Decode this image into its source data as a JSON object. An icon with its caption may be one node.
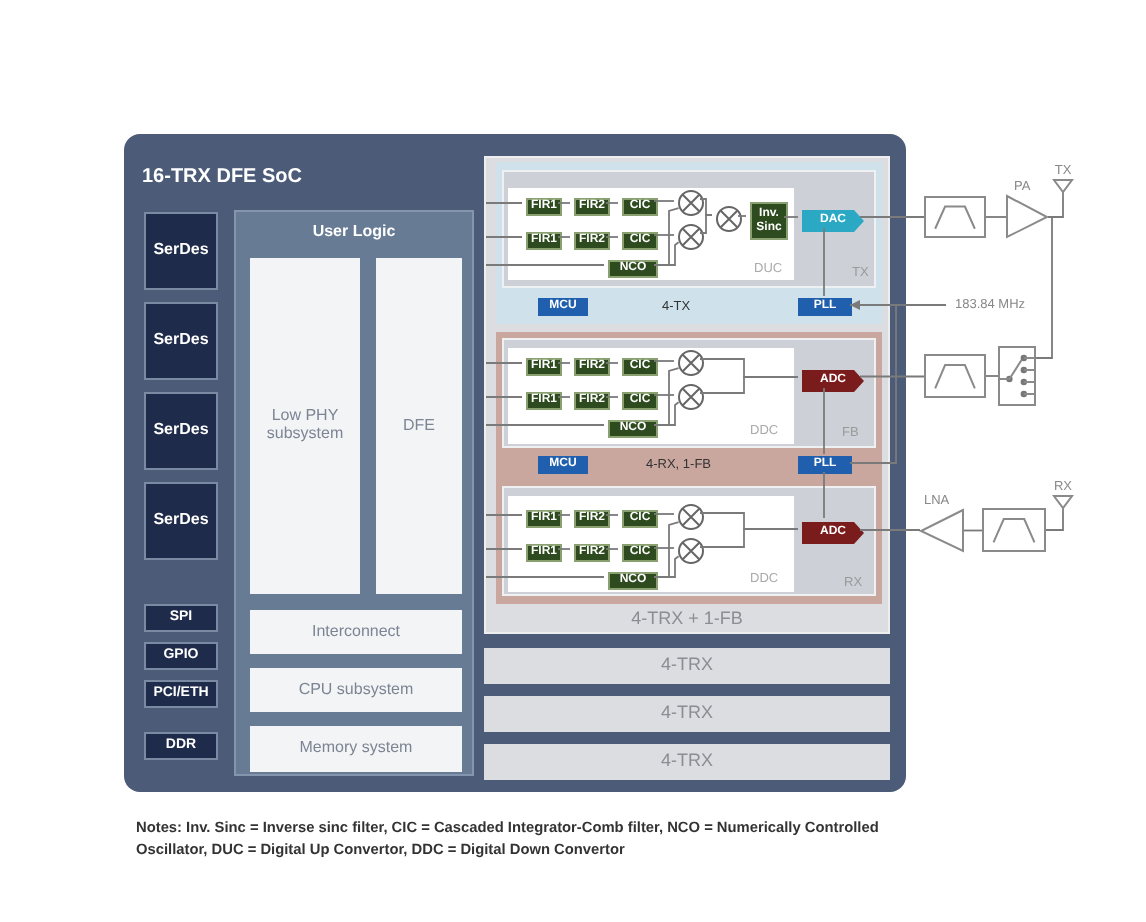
{
  "diagram": {
    "nodes": [
      {
        "text": [
          "16-TRX DFE SoC"
        ]
      },
      {
        "text": [
          "SerDes"
        ],
        "in": 0
      },
      {
        "text": [
          "SerDes"
        ],
        "in": 0
      },
      {
        "text": [
          "SerDes"
        ],
        "in": 0
      },
      {
        "text": [
          "SerDes"
        ],
        "in": 0
      },
      {
        "text": [
          "SPI"
        ],
        "in": 0
      },
      {
        "text": [
          "GPIO"
        ],
        "in": 0
      },
      {
        "text": [
          "PCI/ETH"
        ],
        "in": 0
      },
      {
        "text": [
          "DDR"
        ],
        "in": 0
      },
      {
        "text": [
          "User Logic"
        ],
        "in": 0
      },
      {
        "text": [
          "Low PHY subsystem"
        ],
        "in": 9
      },
      {
        "text": [
          "DFE"
        ],
        "in": 9
      },
      {
        "text": [
          "Interconnect"
        ],
        "in": 9
      },
      {
        "text": [
          "CPU subsystem"
        ],
        "in": 9
      },
      {
        "text": [
          "Memory system"
        ],
        "in": 9
      },
      {
        "text": [
          "4-TRX + 1-FB"
        ],
        "in": 0
      },
      {
        "text": [
          "4-TX"
        ],
        "in": 15
      },
      {
        "text": [
          "TX"
        ],
        "in": 16
      },
      {
        "text": [
          "DUC"
        ],
        "in": 17
      },
      {
        "text": [
          "FIR1"
        ],
        "in": 18
      },
      {
        "text": [
          "FIR2"
        ],
        "in": 18
      },
      {
        "text": [
          "CIC"
        ],
        "in": 18
      },
      {
        "text": [],
        "shape": "circle",
        "in": 18
      },
      {
        "text": [],
        "shape": "circle",
        "in": 18
      },
      {
        "text": [
          "Inv. Sinc"
        ],
        "in": 18
      },
      {
        "text": [
          "FIR1"
        ],
        "in": 18
      },
      {
        "text": [
          "FIR2"
        ],
        "in": 18
      },
      {
        "text": [
          "CIC"
        ],
        "in": 18
      },
      {
        "text": [],
        "shape": "circle",
        "in": 18
      },
      {
        "text": [
          "NCO"
        ],
        "in": 18
      },
      {
        "text": [
          "DAC"
        ],
        "in": 17
      },
      {
        "text": [
          "MCU"
        ],
        "in": 16
      },
      {
        "text": [
          "PLL"
        ],
        "in": 16
      },
      {
        "text": [
          "4-RX, 1-FB"
        ],
        "in": 15
      },
      {
        "text": [
          "FB"
        ],
        "in": 33
      },
      {
        "text": [
          "DDC"
        ],
        "in": 34
      },
      {
        "text": [
          "FIR1"
        ],
        "in": 35
      },
      {
        "text": [
          "FIR2"
        ],
        "in": 35
      },
      {
        "text": [
          "CIC"
        ],
        "in": 35
      },
      {
        "text": [],
        "shape": "circle",
        "in": 35
      },
      {
        "text": [
          "FIR1"
        ],
        "in": 35
      },
      {
        "text": [
          "FIR2"
        ],
        "in": 35
      },
      {
        "text": [
          "CIC"
        ],
        "in": 35
      },
      {
        "text": [],
        "shape": "circle",
        "in": 35
      },
      {
        "text": [
          "NCO"
        ],
        "in": 35
      },
      {
        "text": [
          "ADC"
        ],
        "in": 34
      },
      {
        "text": [
          "MCU"
        ],
        "in": 33
      },
      {
        "text": [
          "PLL"
        ],
        "in": 33
      },
      {
        "text": [
          "RX"
        ],
        "in": 33
      },
      {
        "text": [
          "DDC"
        ],
        "in": 48
      },
      {
        "text": [
          "FIR1"
        ],
        "in": 49
      },
      {
        "text": [
          "FIR2"
        ],
        "in": 49
      },
      {
        "text": [
          "CIC"
        ],
        "in": 49
      },
      {
        "text": [],
        "shape": "circle",
        "in": 49
      },
      {
        "text": [
          "FIR1"
        ],
        "in": 49
      },
      {
        "text": [
          "FIR2"
        ],
        "in": 49
      },
      {
        "text": [
          "CIC"
        ],
        "in": 49
      },
      {
        "text": [],
        "shape": "circle",
        "in": 49
      },
      {
        "text": [
          "NCO"
        ],
        "in": 49
      },
      {
        "text": [
          "ADC"
        ],
        "in": 48
      },
      {
        "text": [
          "4-TRX"
        ],
        "in": 0
      },
      {
        "text": [
          "4-TRX"
        ],
        "in": 0
      },
      {
        "text": [
          "4-TRX"
        ],
        "in": 0
      },
      {
        "text": [],
        "shape": "box"
      },
      {
        "text": [
          "PA"
        ]
      },
      {
        "text": [
          "TX"
        ]
      },
      {
        "text": [
          "183.84 MHz"
        ]
      },
      {
        "text": [],
        "shape": "box"
      },
      {
        "text": [],
        "shape": "box"
      },
      {
        "text": [
          "LNA"
        ]
      },
      {
        "text": [],
        "shape": "box"
      },
      {
        "text": [
          "RX"
        ]
      }
    ],
    "edges": [
      {
        "from": null,
        "to": 19,
        "arrow": "none"
      },
      {
        "from": 19,
        "to": 20,
        "arrow": "none"
      },
      {
        "from": 20,
        "to": 21,
        "arrow": "none"
      },
      {
        "from": 21,
        "to": 22,
        "arrow": "none"
      },
      {
        "from": 22,
        "to": 23,
        "arrow": "none"
      },
      {
        "from": 23,
        "to": 24,
        "arrow": "none"
      },
      {
        "from": null,
        "to": 25,
        "arrow": "none"
      },
      {
        "from": 25,
        "to": 26,
        "arrow": "none"
      },
      {
        "from": 26,
        "to": 27,
        "arrow": "none"
      },
      {
        "from": 27,
        "to": 28,
        "arrow": "none"
      },
      {
        "from": 28,
        "to": 23,
        "arrow": "none"
      },
      {
        "from": null,
        "to": 29,
        "arrow": "none"
      },
      {
        "from": 29,
        "to": 22,
        "arrow": "none"
      },
      {
        "from": 29,
        "to": 28,
        "arrow": "none"
      },
      {
        "from": 24,
        "to": 30,
        "arrow": "none"
      },
      {
        "from": 30,
        "to": 63,
        "arrow": "none"
      },
      {
        "from": 63,
        "to": 64,
        "arrow": "none"
      },
      {
        "from": 64,
        "to": 65,
        "arrow": "none"
      },
      {
        "from": 32,
        "to": 30,
        "arrow": "none"
      },
      {
        "from": 66,
        "to": 32,
        "arrow": "to"
      },
      {
        "from": 66,
        "to": 47,
        "arrow": "none"
      },
      {
        "from": null,
        "to": 36,
        "arrow": "none"
      },
      {
        "from": 36,
        "to": 37,
        "arrow": "none"
      },
      {
        "from": 37,
        "to": 38,
        "arrow": "none"
      },
      {
        "from": 38,
        "to": 39,
        "arrow": "none"
      },
      {
        "from": null,
        "to": 40,
        "arrow": "none"
      },
      {
        "from": 40,
        "to": 41,
        "arrow": "none"
      },
      {
        "from": 41,
        "to": 42,
        "arrow": "none"
      },
      {
        "from": 42,
        "to": 43,
        "arrow": "none"
      },
      {
        "from": null,
        "to": 44,
        "arrow": "none"
      },
      {
        "from": 44,
        "to": 39,
        "arrow": "none"
      },
      {
        "from": 44,
        "to": 43,
        "arrow": "none"
      },
      {
        "from": 39,
        "to": 45,
        "arrow": "none"
      },
      {
        "from": 43,
        "to": 45,
        "arrow": "none"
      },
      {
        "from": 47,
        "to": 45,
        "arrow": "none"
      },
      {
        "from": 45,
        "to": 67,
        "arrow": "none"
      },
      {
        "from": 67,
        "to": 68,
        "arrow": "none"
      },
      {
        "from": 68,
        "to": 64,
        "arrow": "none"
      },
      {
        "from": null,
        "to": 50,
        "arrow": "none"
      },
      {
        "from": 50,
        "to": 51,
        "arrow": "none"
      },
      {
        "from": 51,
        "to": 52,
        "arrow": "none"
      },
      {
        "from": 52,
        "to": 53,
        "arrow": "none"
      },
      {
        "from": null,
        "to": 54,
        "arrow": "none"
      },
      {
        "from": 54,
        "to": 55,
        "arrow": "none"
      },
      {
        "from": 55,
        "to": 56,
        "arrow": "none"
      },
      {
        "from": 56,
        "to": 57,
        "arrow": "none"
      },
      {
        "from": null,
        "to": 58,
        "arrow": "none"
      },
      {
        "from": 58,
        "to": 53,
        "arrow": "none"
      },
      {
        "from": 58,
        "to": 57,
        "arrow": "none"
      },
      {
        "from": 53,
        "to": 59,
        "arrow": "none"
      },
      {
        "from": 57,
        "to": 59,
        "arrow": "none"
      },
      {
        "from": 47,
        "to": 59,
        "arrow": "none"
      },
      {
        "from": 71,
        "to": 70,
        "arrow": "none"
      },
      {
        "from": 70,
        "to": 69,
        "arrow": "none"
      },
      {
        "from": 69,
        "to": 59,
        "arrow": "none"
      }
    ],
    "labels": [
      "Notes: Inv. Sinc = Inverse sinc filter, CIC = Cascaded Integrator-Comb filter, NCO = Numerically Controlled Oscillator, DUC = Digital Up Convertor, DDC = Digital Down Convertor"
    ]
  }
}
